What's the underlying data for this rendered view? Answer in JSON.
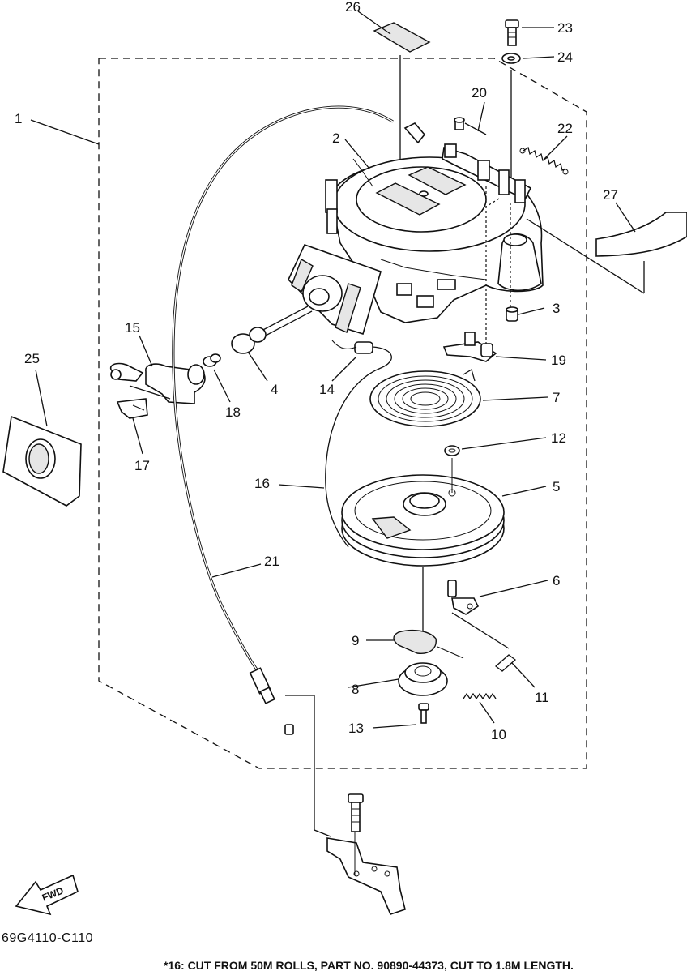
{
  "diagram": {
    "callouts": {
      "p1": "1",
      "p2": "2",
      "p3": "3",
      "p4": "4",
      "p5": "5",
      "p6": "6",
      "p7": "7",
      "p8": "8",
      "p9": "9",
      "p10": "10",
      "p11": "11",
      "p12": "12",
      "p13": "13",
      "p14": "14",
      "p15": "15",
      "p16": "16",
      "p17": "17",
      "p18": "18",
      "p19": "19",
      "p20": "20",
      "p21": "21",
      "p22": "22",
      "p23": "23",
      "p24": "24",
      "p25": "25",
      "p26": "26",
      "p27": "27"
    },
    "fwd_label": "FWD",
    "drawing_code": "69G4110-C110",
    "footnote": "*16: CUT FROM 50M ROLLS, PART NO. 90890-44373, CUT TO 1.8M LENGTH."
  }
}
